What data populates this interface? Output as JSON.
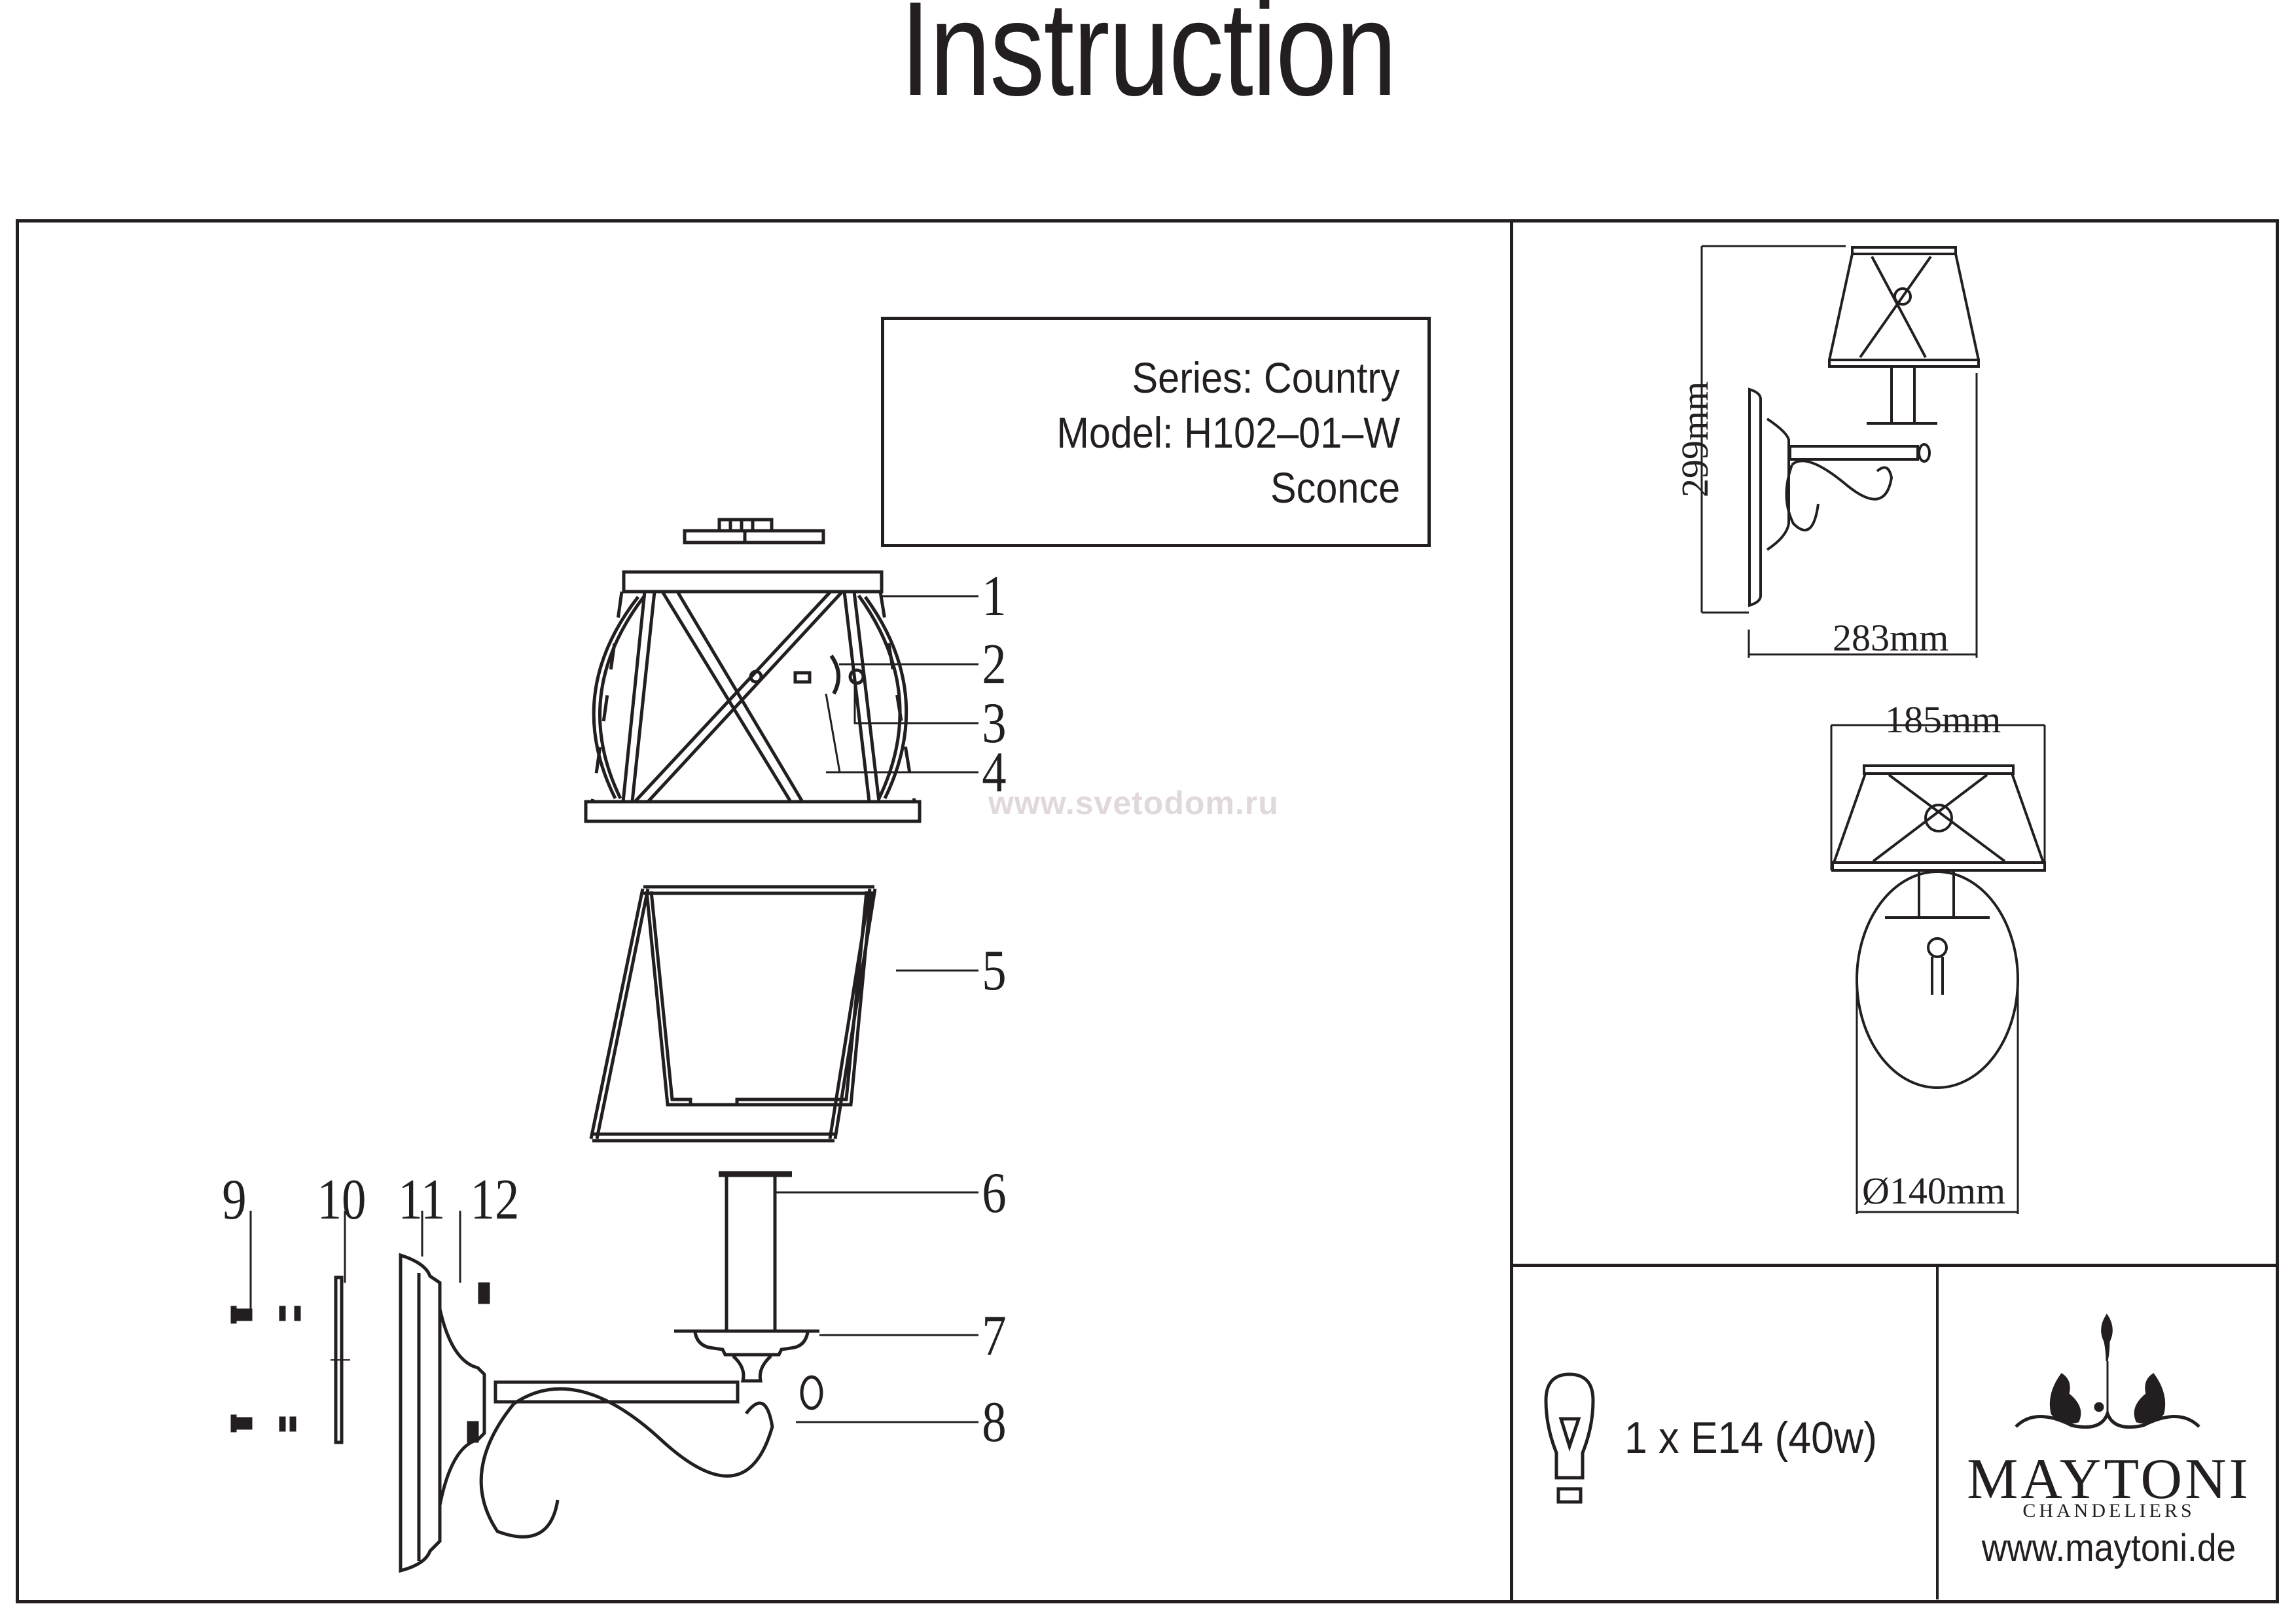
{
  "header": {
    "title": "Instruction"
  },
  "product_info": {
    "series": "Series: Country",
    "model": "Model: H102–01–W",
    "type": "Sconce"
  },
  "watermark": "www.svetodom.ru",
  "exploded_view": {
    "part_labels": [
      "1",
      "2",
      "3",
      "4",
      "5",
      "6",
      "7",
      "8",
      "9",
      "10",
      "11",
      "12"
    ]
  },
  "dimensions": {
    "height": "299mm",
    "depth": "283mm",
    "shade_width": "185mm",
    "base_diameter": "Ø140mm"
  },
  "bulb": {
    "icon": "light-bulb-icon",
    "spec": "1 x E14 (40w)"
  },
  "brand": {
    "logo_icon": "ornament-logo-icon",
    "name": "MAYTONI",
    "tagline": "CHANDELIERS",
    "url": "www.maytoni.de"
  }
}
